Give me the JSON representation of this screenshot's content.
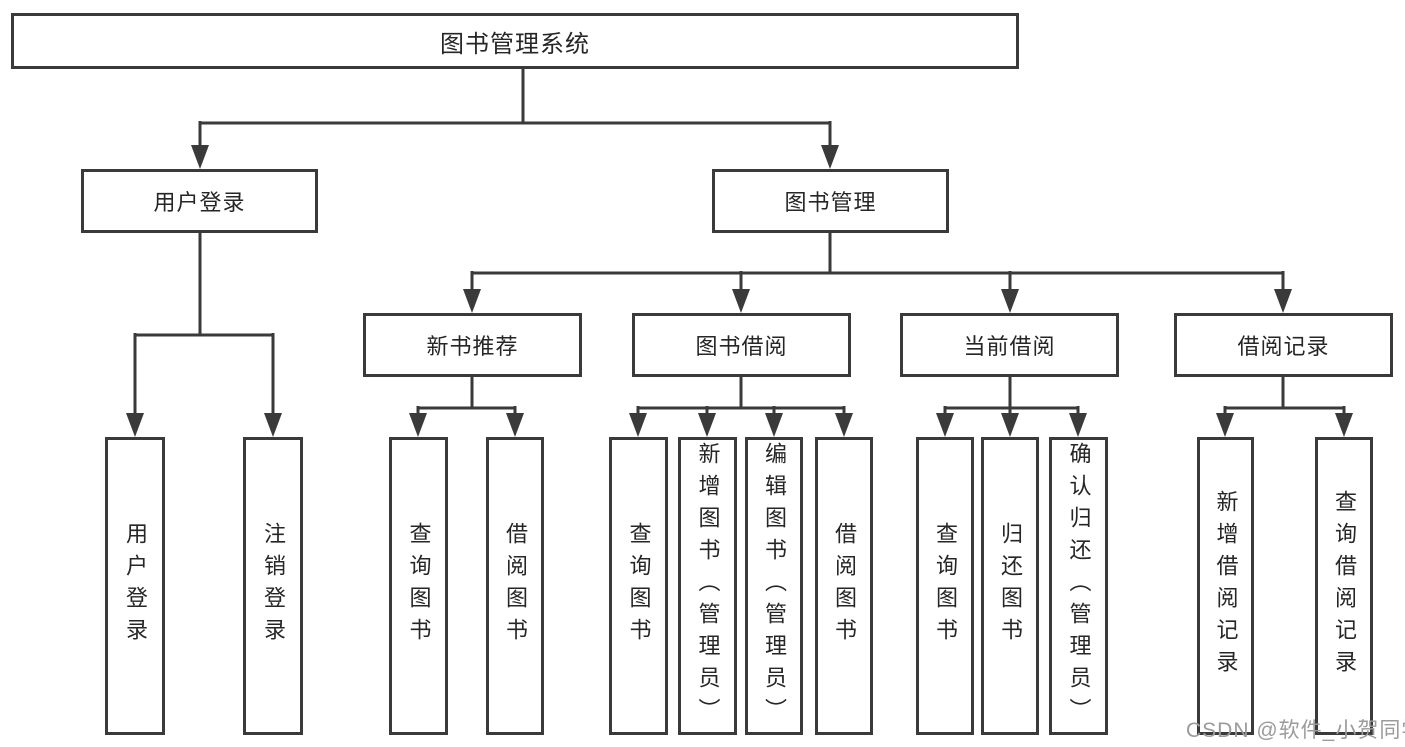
{
  "diagram": {
    "root": {
      "label": "图书管理系统"
    },
    "branches": [
      {
        "label": "用户登录",
        "children": [
          {
            "label": "用户登录"
          },
          {
            "label": "注销登录"
          }
        ]
      },
      {
        "label": "图书管理",
        "children": [
          {
            "label": "新书推荐",
            "children": [
              {
                "label": "查询图书"
              },
              {
                "label": "借阅图书"
              }
            ]
          },
          {
            "label": "图书借阅",
            "children": [
              {
                "label": "查询图书"
              },
              {
                "label": "新增图书（管理员）"
              },
              {
                "label": "编辑图书（管理员）"
              },
              {
                "label": "借阅图书"
              }
            ]
          },
          {
            "label": "当前借阅",
            "children": [
              {
                "label": "查询图书"
              },
              {
                "label": "归还图书"
              },
              {
                "label": "确认归还（管理员）"
              }
            ]
          },
          {
            "label": "借阅记录",
            "children": [
              {
                "label": "新增借阅记录"
              },
              {
                "label": "查询借阅记录"
              }
            ]
          }
        ]
      }
    ]
  },
  "watermark": {
    "text": "CSDN @软件_小贺同学"
  },
  "colors": {
    "line": "#3a3a3a",
    "box_border": "#3a3a3a",
    "box_fill": "#ffffff",
    "text": "#262626",
    "watermark": "#9b9b9b",
    "background": "#ffffff"
  }
}
